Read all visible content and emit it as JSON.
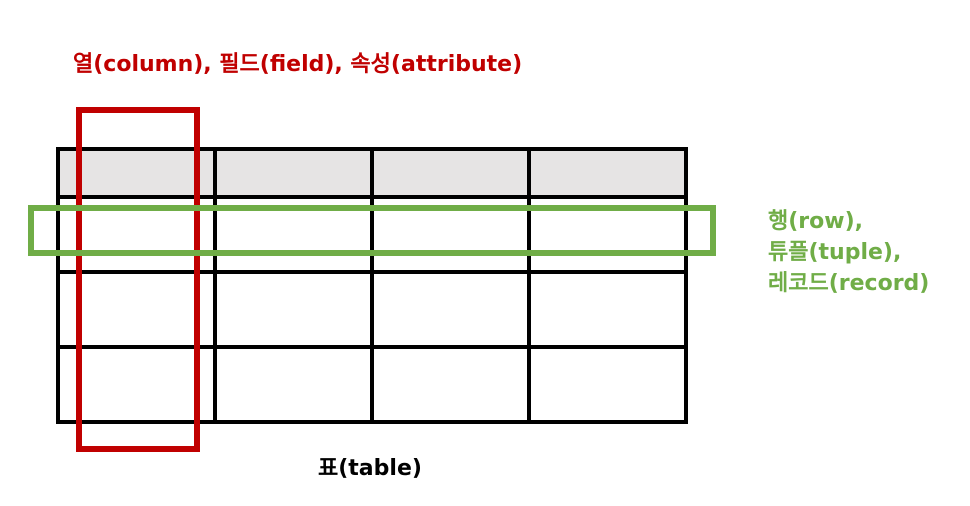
{
  "column_label": "열(column), 필드(field), 속성(attribute)",
  "row_label": {
    "line1": "행(row),",
    "line2": "튜플(tuple),",
    "line3": "레코드(record)"
  },
  "table_label": "표(table)",
  "colors": {
    "column_highlight": "#c00000",
    "row_highlight": "#70ad47",
    "header_fill": "#e6e4e4",
    "grid_line": "#000000"
  }
}
